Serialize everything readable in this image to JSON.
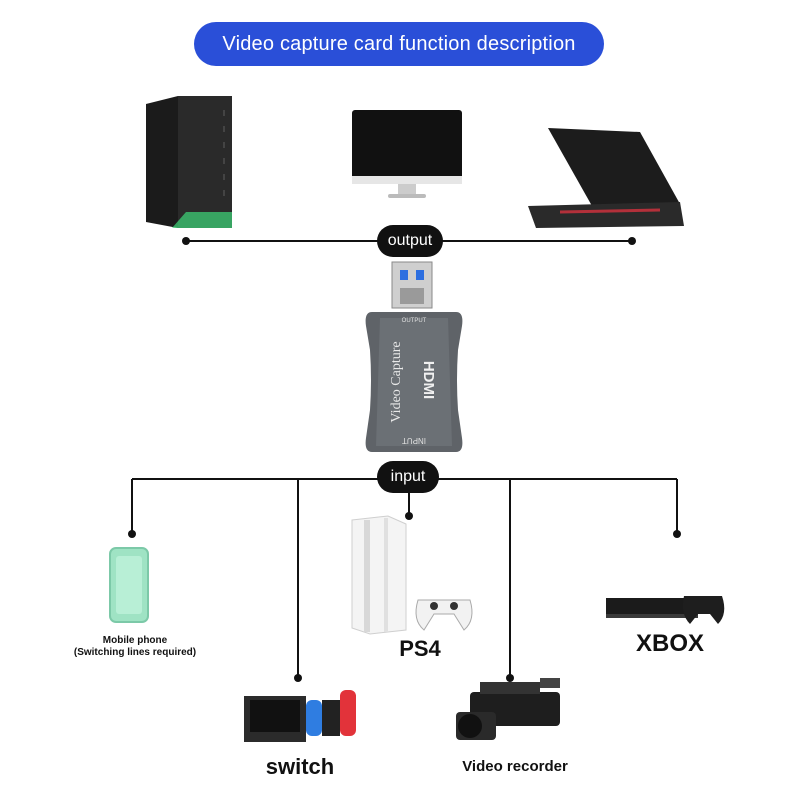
{
  "title": "Video capture card function description",
  "output_label": "output",
  "input_label": "input",
  "device": {
    "text": "Video Capture",
    "port_top": "OUTPUT",
    "port_bottom": "INPUT",
    "logo": "HDMI"
  },
  "inputs": {
    "mobile_line1": "Mobile phone",
    "mobile_line2": "(Switching lines required)",
    "ps4": "PS4",
    "xbox": "XBOX",
    "switch": "switch",
    "recorder": "Video recorder"
  },
  "colors": {
    "accent": "#2a4fd8",
    "line": "#111111",
    "card_body": "#5f6368",
    "phone": "#9fe3c4"
  }
}
